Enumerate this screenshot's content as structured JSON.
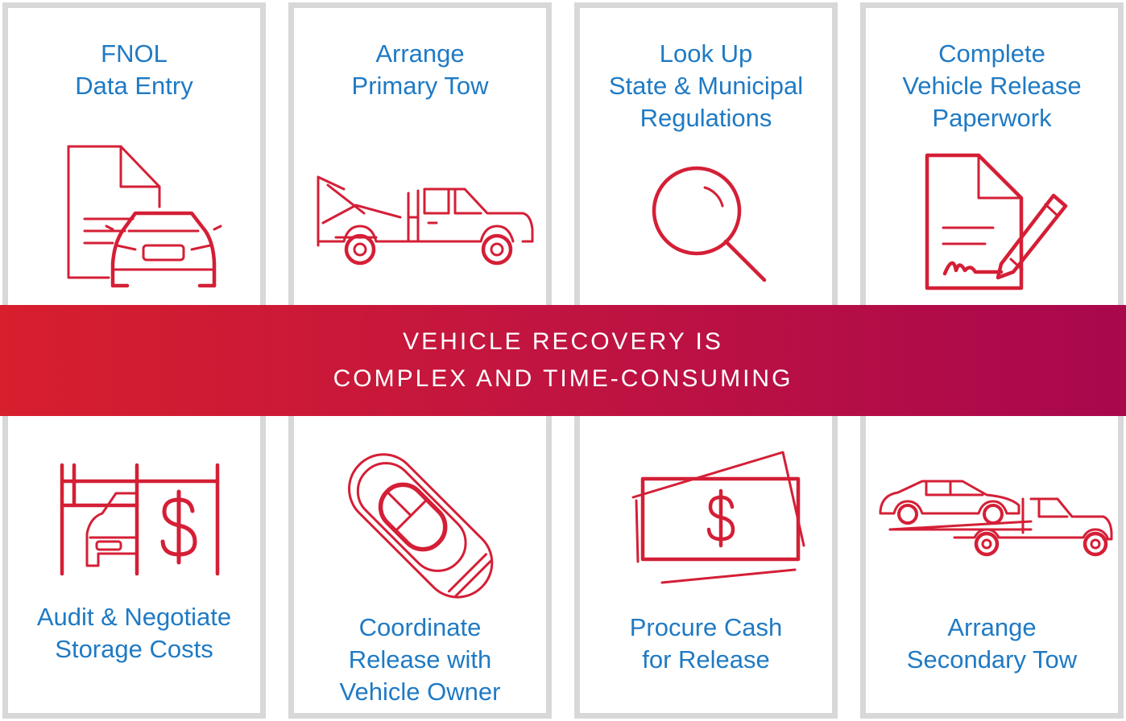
{
  "banner": {
    "line1": "VEHICLE RECOVERY IS",
    "line2": "COMPLEX AND TIME-CONSUMING"
  },
  "top": [
    {
      "lines": [
        "FNOL",
        "Data Entry"
      ],
      "icon": "document-car-icon"
    },
    {
      "lines": [
        "Arrange",
        "Primary Tow"
      ],
      "icon": "tow-truck-icon"
    },
    {
      "lines": [
        "Look Up",
        "State & Municipal",
        "Regulations"
      ],
      "icon": "magnifier-icon"
    },
    {
      "lines": [
        "Complete",
        "Vehicle Release",
        "Paperwork"
      ],
      "icon": "document-pen-icon"
    }
  ],
  "bottom": [
    {
      "lines": [
        "Audit & Negotiate",
        "Storage Costs"
      ],
      "icon": "storage-garage-dollar-icon"
    },
    {
      "lines": [
        "Coordinate",
        "Release with",
        "Vehicle Owner"
      ],
      "icon": "car-key-fob-icon"
    },
    {
      "lines": [
        "Procure Cash",
        "for Release"
      ],
      "icon": "cash-bills-icon"
    },
    {
      "lines": [
        "Arrange",
        "Secondary Tow"
      ],
      "icon": "flatbed-tow-truck-icon"
    }
  ],
  "colors": {
    "icon": "#d41f36",
    "label": "#1f7ac4",
    "border": "#d8d8d8",
    "banner_start": "#d71f2d",
    "banner_end": "#a9084d"
  }
}
